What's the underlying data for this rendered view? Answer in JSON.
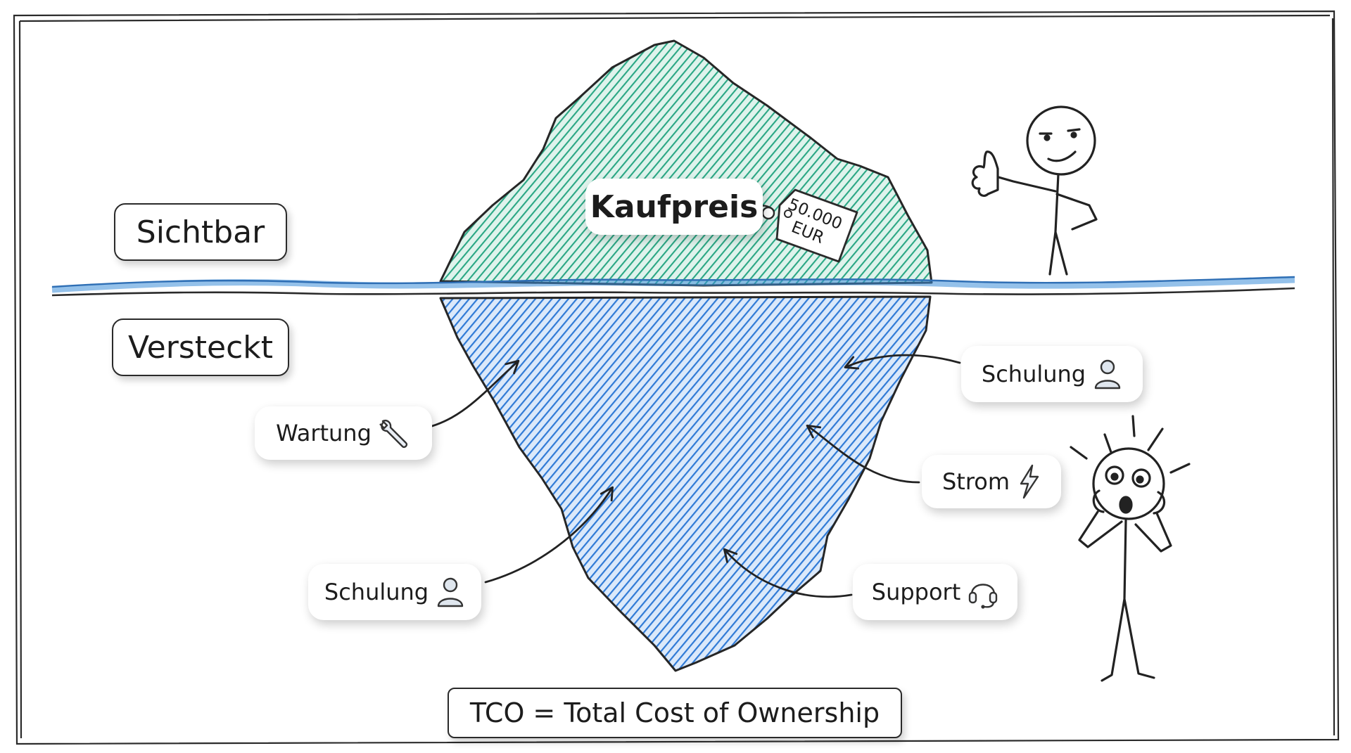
{
  "labels": {
    "visible": "Sichtbar",
    "hidden": "Versteckt",
    "purchase_price": "Kaufpreis",
    "price_tag_amount": "50.000",
    "price_tag_currency": "EUR",
    "definition": "TCO = Total Cost of Ownership"
  },
  "hidden_costs": [
    {
      "label": "Wartung",
      "icon": "wrench-icon"
    },
    {
      "label": "Schulung",
      "icon": "person-icon"
    },
    {
      "label": "Schulung",
      "icon": "person-icon"
    },
    {
      "label": "Strom",
      "icon": "lightning-icon"
    },
    {
      "label": "Support",
      "icon": "headset-icon"
    }
  ],
  "colors": {
    "above_water": "#2aa784",
    "below_water": "#2f7ad6",
    "water_line": "#3d8ed8",
    "ink": "#222222"
  }
}
